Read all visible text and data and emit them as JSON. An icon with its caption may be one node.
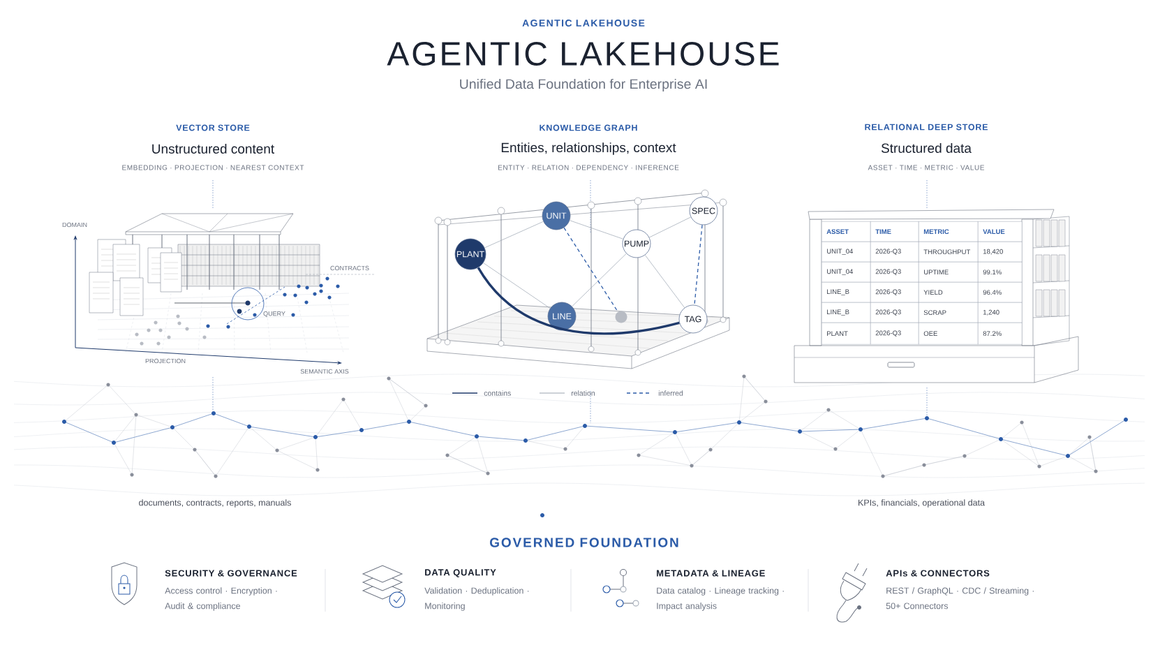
{
  "diagram": {
    "title": "AGENTIC LAKEHOUSE",
    "nodes": [
      {
        "text": [
          "PLANT"
        ]
      },
      {
        "text": [
          "UNIT"
        ]
      },
      {
        "text": [
          "PUMP"
        ]
      },
      {
        "text": [
          "SPEC"
        ]
      },
      {
        "text": [
          "LINE"
        ]
      },
      {
        "text": [
          "TAG"
        ]
      },
      {
        "text": [],
        "shape": "circle"
      }
    ],
    "edges": [
      {
        "from": 0,
        "to": 1,
        "arrow": "none"
      },
      {
        "from": 1,
        "to": 2,
        "arrow": "none"
      },
      {
        "from": 2,
        "to": 3,
        "arrow": "none"
      },
      {
        "from": 0,
        "to": 4,
        "arrow": "none"
      },
      {
        "from": 4,
        "to": 2,
        "arrow": "none"
      },
      {
        "from": 2,
        "to": 5,
        "arrow": "none"
      },
      {
        "from": 0,
        "to": 5,
        "arrow": "none",
        "style": "thick",
        "color": "#1f3a6b"
      },
      {
        "from": 1,
        "to": 6,
        "arrow": "none",
        "style": "dashed",
        "color": "#2d5ca8"
      },
      {
        "from": 3,
        "to": 5,
        "arrow": "none",
        "style": "dashed",
        "color": "#2d5ca8"
      }
    ],
    "labels": [
      "AGENTIC LAKEHOUSE",
      "Unified Data Foundation for Enterprise AI",
      "VECTOR STORE",
      "Unstructured content",
      "EMBEDDING · PROJECTION · NEAREST CONTEXT",
      "KNOWLEDGE GRAPH",
      "Entities, relationships, context",
      "ENTITY · RELATION · DEPENDENCY · INFERENCE",
      "RELATIONAL DEEP STORE",
      "Structured data",
      "ASSET · TIME · METRIC · VALUE",
      "DOMAIN",
      "CONTRACTS",
      "QUERY",
      "PROJECTION",
      "SEMANTIC AXIS",
      "ASSET",
      "TIME",
      "METRIC",
      "VALUE",
      "UNIT_04",
      "2026-Q3",
      "THROUGHPUT",
      "18,420",
      "UNIT_04",
      "2026-Q3",
      "UPTIME",
      "99.1%",
      "LINE_B",
      "2026-Q3",
      "YIELD",
      "96.4%",
      "LINE_B",
      "2026-Q3",
      "SCRAP",
      "1,240",
      "PLANT",
      "2026-Q3",
      "OEE",
      "87.2%",
      "documents, contracts, reports, manuals",
      "KPIs, financials, operational data",
      "GOVERNED FOUNDATION",
      "SECURITY & GOVERNANCE",
      "Access control · Encryption · Audit & compliance",
      "DATA QUALITY",
      "Validation · Deduplication · Monitoring",
      "METADATA & LINEAGE",
      "Data catalog · Lineage tracking · Impact analysis",
      "APIs & CONNECTORS",
      "REST / GraphQL · CDC / Streaming · 50+ Connectors"
    ],
    "legend": [
      {
        "text": "contains"
      },
      {
        "text": "relation"
      },
      {
        "text": "inferred"
      }
    ]
  }
}
